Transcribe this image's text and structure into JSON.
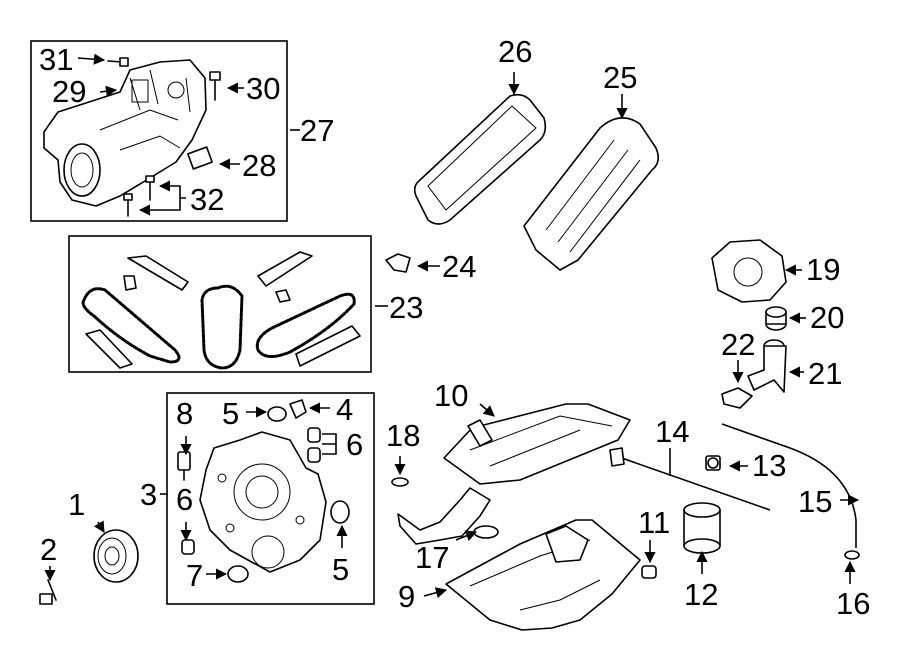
{
  "callouts": {
    "c1": "1",
    "c2": "2",
    "c3": "3",
    "c4": "4",
    "c5a": "5",
    "c5b": "5",
    "c6a": "6",
    "c6b": "6",
    "c7": "7",
    "c8": "8",
    "c9": "9",
    "c10": "10",
    "c11": "11",
    "c12": "12",
    "c13": "13",
    "c14": "14",
    "c15": "15",
    "c16": "16",
    "c17": "17",
    "c18": "18",
    "c19": "19",
    "c20": "20",
    "c21": "21",
    "c22": "22",
    "c23": "23",
    "c24": "24",
    "c25": "25",
    "c26": "26",
    "c27": "27",
    "c28": "28",
    "c29": "29",
    "c30": "30",
    "c31": "31",
    "c32": "32"
  }
}
